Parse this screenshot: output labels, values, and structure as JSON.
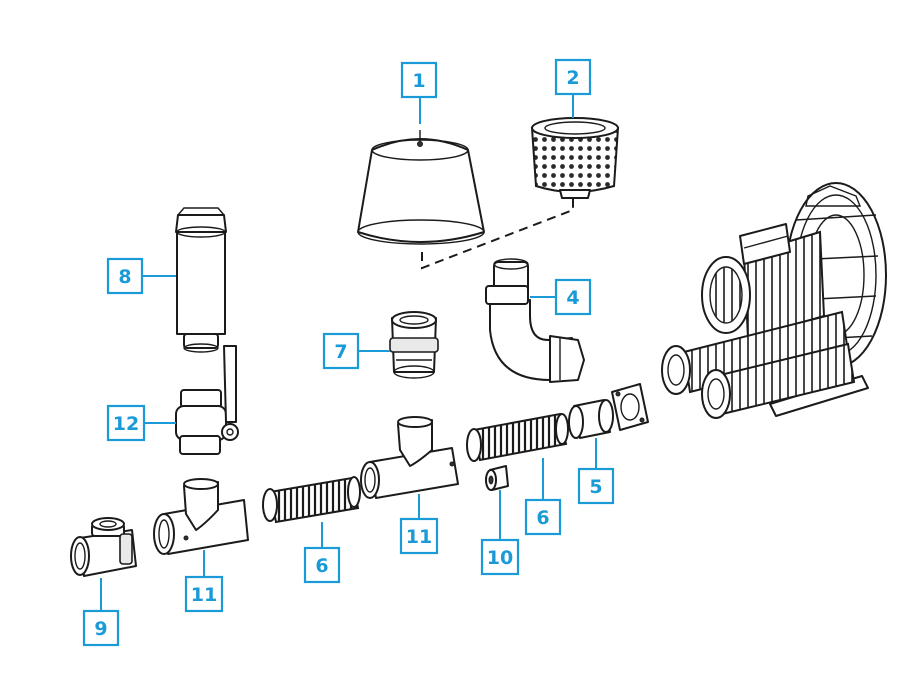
{
  "callouts": [
    {
      "id": "c1",
      "label": "1"
    },
    {
      "id": "c2",
      "label": "2"
    },
    {
      "id": "c4",
      "label": "4"
    },
    {
      "id": "c5",
      "label": "5"
    },
    {
      "id": "c6a",
      "label": "6"
    },
    {
      "id": "c6b",
      "label": "6"
    },
    {
      "id": "c7",
      "label": "7"
    },
    {
      "id": "c8",
      "label": "8"
    },
    {
      "id": "c9",
      "label": "9"
    },
    {
      "id": "c10",
      "label": "10"
    },
    {
      "id": "c11a",
      "label": "11"
    },
    {
      "id": "c11b",
      "label": "11"
    },
    {
      "id": "c12",
      "label": "12"
    }
  ],
  "colors": {
    "callout": "#1a9ad6",
    "line": "#1b1b1b"
  }
}
